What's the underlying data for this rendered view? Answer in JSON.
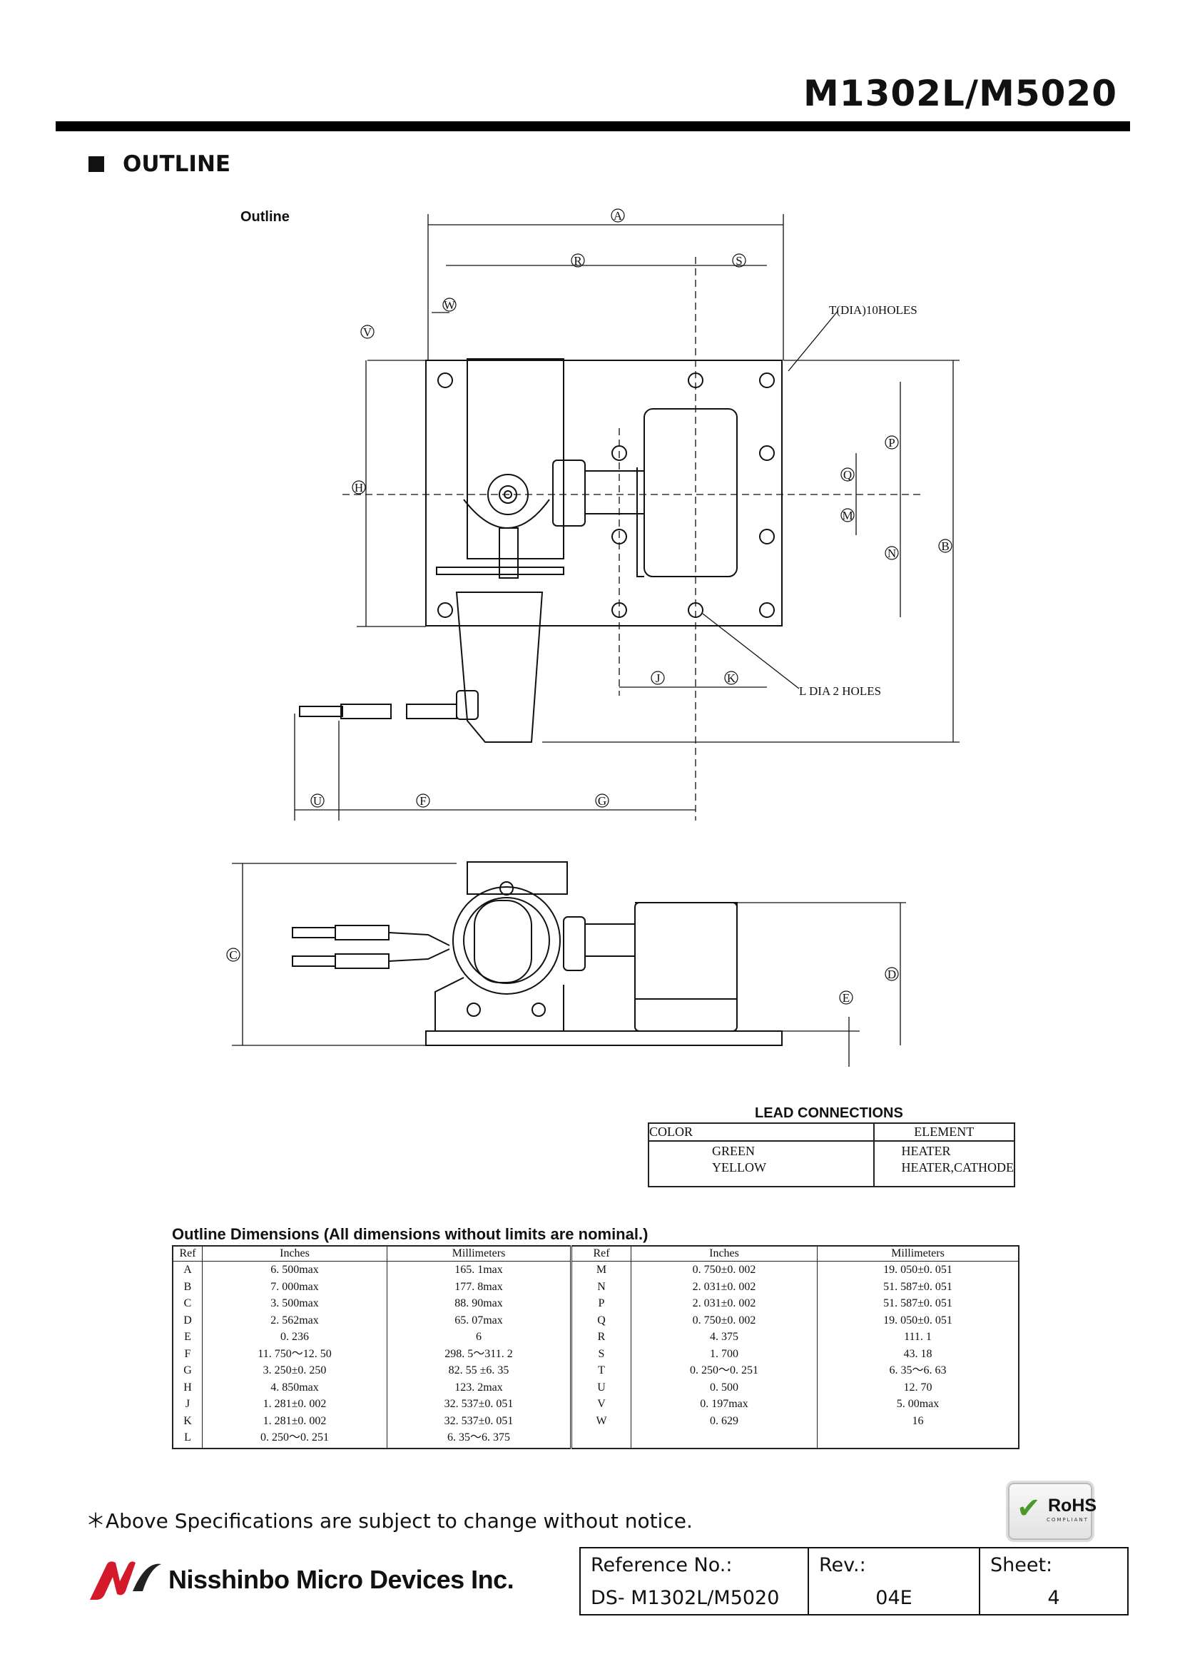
{
  "doc_title": "M1302L/M5020",
  "section_title": "OUTLINE",
  "drawing": {
    "label": "Outline",
    "dims": [
      "A",
      "R",
      "S",
      "W",
      "V",
      "H",
      "P",
      "Q",
      "M",
      "N",
      "B",
      "J",
      "K",
      "U",
      "F",
      "G",
      "C",
      "D",
      "E"
    ],
    "callout_holes_10": "T(DIA)10HOLES",
    "callout_holes_2": "L DIA 2 HOLES"
  },
  "lead_connections": {
    "title": "LEAD CONNECTIONS",
    "headers": [
      "COLOR",
      "ELEMENT"
    ],
    "colors": [
      "GREEN",
      "YELLOW"
    ],
    "elements": [
      "HEATER",
      "HEATER,CATHODE"
    ]
  },
  "outline_dimensions": {
    "title": "Outline Dimensions (All dimensions without limits are nominal.)",
    "headers": [
      "Ref",
      "Inches",
      "Millimeters",
      "Ref",
      "Inches",
      "Millimeters"
    ],
    "left": [
      [
        "A",
        "6. 500max",
        "165. 1max"
      ],
      [
        "B",
        "7. 000max",
        "177. 8max"
      ],
      [
        "C",
        "3. 500max",
        "88. 90max"
      ],
      [
        "D",
        "2. 562max",
        "65. 07max"
      ],
      [
        "E",
        "0. 236",
        "6"
      ],
      [
        "F",
        "11. 750～12. 50",
        "298. 5～311. 2"
      ],
      [
        "G",
        "3. 250±0. 250",
        "82. 55 ±6. 35"
      ],
      [
        "H",
        "4. 850max",
        "123. 2max"
      ],
      [
        "J",
        "1. 281±0. 002",
        "32. 537±0. 051"
      ],
      [
        "K",
        "1. 281±0. 002",
        "32. 537±0. 051"
      ],
      [
        "L",
        "0. 250～0. 251",
        "6. 35～6. 375"
      ]
    ],
    "right": [
      [
        "M",
        "0. 750±0. 002",
        "19. 050±0. 051"
      ],
      [
        "N",
        "2. 031±0. 002",
        "51. 587±0. 051"
      ],
      [
        "P",
        "2. 031±0. 002",
        "51. 587±0. 051"
      ],
      [
        "Q",
        "0. 750±0. 002",
        "19. 050±0. 051"
      ],
      [
        "R",
        "4. 375",
        "111. 1"
      ],
      [
        "S",
        "1. 700",
        "43. 18"
      ],
      [
        "T",
        "0. 250～0. 251",
        "6. 35～6. 63"
      ],
      [
        "U",
        "0. 500",
        "12. 70"
      ],
      [
        "V",
        "0. 197max",
        "5. 00max"
      ],
      [
        "W",
        "0. 629",
        "16"
      ],
      [
        "",
        "",
        ""
      ]
    ]
  },
  "notice": "＊Above Specifications are subject to change without notice.",
  "rohs": {
    "text": "RoHS",
    "sub": "COMPLIANT"
  },
  "company": "Nisshinbo Micro Devices Inc.",
  "footer": {
    "ref_label": "Reference No.:",
    "ref_value": "DS- M1302L/M5020",
    "rev_label": "Rev.:",
    "rev_value": "04E",
    "sheet_label": "Sheet:",
    "sheet_value": "4"
  },
  "colors": {
    "logo": "#d41a2a",
    "rohs_check": "#4a9a2a"
  }
}
